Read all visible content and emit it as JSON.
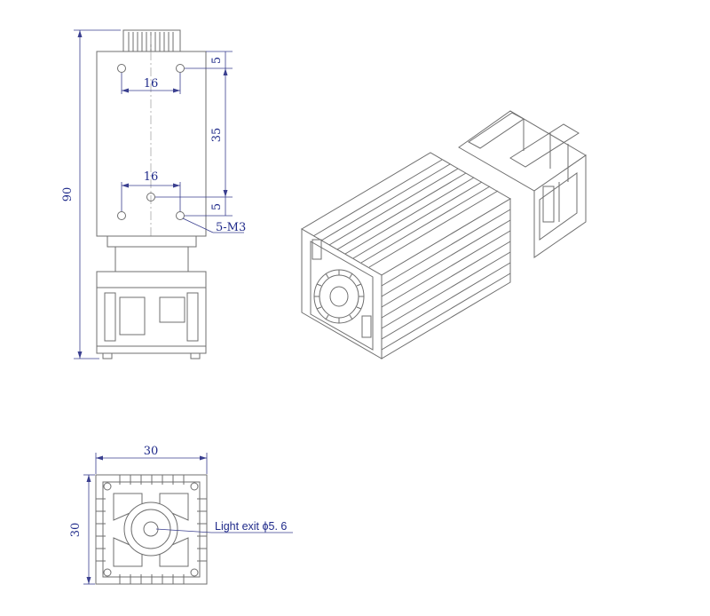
{
  "front_view": {
    "overall_height": "90",
    "top_hole_offset": "5",
    "top_hole_spacing": "16",
    "hole_vertical_spacing": "35",
    "lower_hole_spacing": "16",
    "lower_hole_offset": "5",
    "thread_callout": "5-M3"
  },
  "end_view": {
    "width": "30",
    "height": "30",
    "light_exit_label": "Light exit ϕ5. 6"
  },
  "colors": {
    "dimension": "#1f2a8a",
    "outline": "#6f6f6f"
  }
}
